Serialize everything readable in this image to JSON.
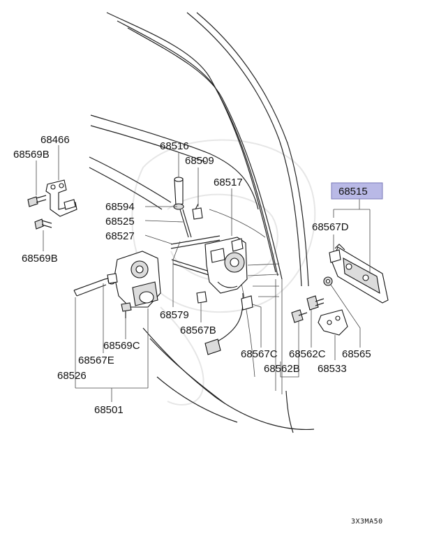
{
  "diagram": {
    "part_numbers": {
      "p68466": "68466",
      "p68569B_top": "68569B",
      "p68569B_bottom": "68569B",
      "p68516": "68516",
      "p68509": "68509",
      "p68517": "68517",
      "p68594": "68594",
      "p68525": "68525",
      "p68527": "68527",
      "p68515": "68515",
      "p68567D": "68567D",
      "p68579": "68579",
      "p68567B": "68567B",
      "p68569C": "68569C",
      "p68567E": "68567E",
      "p68526": "68526",
      "p68501": "68501",
      "p68567C": "68567C",
      "p68562C": "68562C",
      "p68565": "68565",
      "p68562B": "68562B",
      "p68533": "68533"
    },
    "highlighted_part": "68515",
    "highlight_color": "#b9b9e6",
    "diagram_code": "3X3MA50"
  }
}
